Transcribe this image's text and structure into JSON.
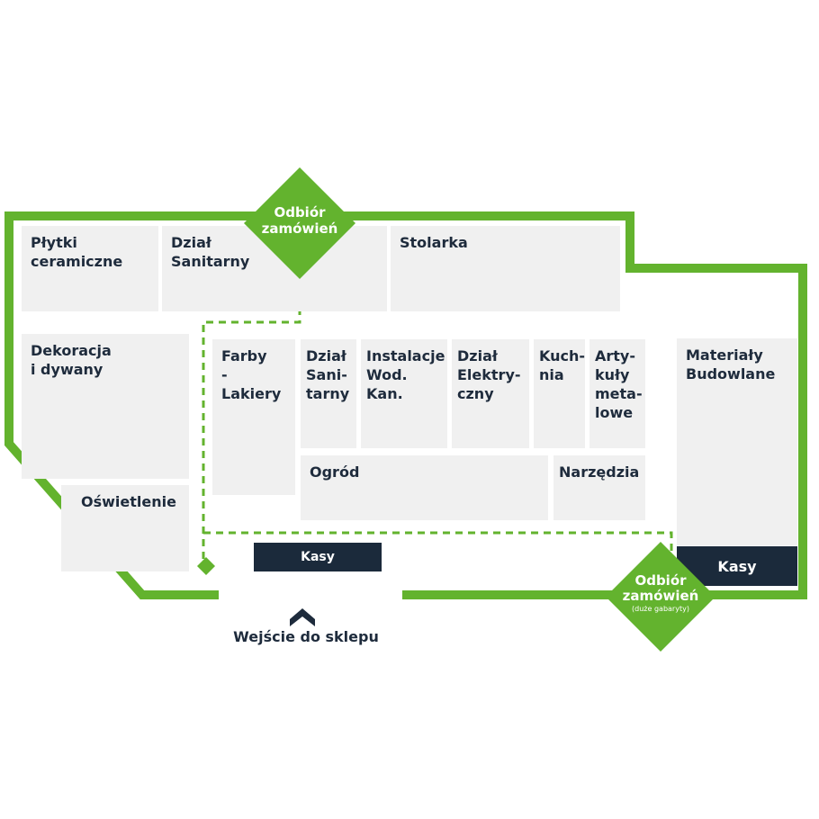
{
  "colors": {
    "wall": "#63b32e",
    "dept": "#f0f0f0",
    "text": "#1e2b3c",
    "checkout": "#1b2a3b"
  },
  "departments": {
    "plytki": [
      "Płytki",
      "ceramiczne"
    ],
    "sanitarny_top": [
      "Dział",
      "Sanitarny"
    ],
    "stolarka": [
      "Stolarka"
    ],
    "dekoracja": [
      "Dekoracja",
      "i dywany"
    ],
    "oswietlenie": [
      "Oświetlenie"
    ],
    "farby": [
      "Farby",
      "-Lakiery"
    ],
    "sanitarny_mid": [
      "Dział",
      "Sani-",
      "tarny"
    ],
    "instalacje": [
      "Instalacje",
      "Wod. Kan."
    ],
    "elektryczny": [
      "Dział",
      "Elektry-",
      "czny"
    ],
    "kuchnia": [
      "Kuch-",
      "nia"
    ],
    "artykuly": [
      "Arty-",
      "kuły",
      "meta-",
      "lowe"
    ],
    "materialy": [
      "Materiały",
      "Budowlane"
    ],
    "ogrod": [
      "Ogród"
    ],
    "narzedzia": [
      "Narzędzia"
    ]
  },
  "checkouts": {
    "small": "Kasy",
    "large": "Kasy"
  },
  "pickup_top": [
    "Odbiór",
    "zamówień"
  ],
  "pickup_bottom": [
    "Odbiór",
    "zamówień",
    "(duże gabaryty)"
  ],
  "entrance": {
    "label": "Wejście do sklepu",
    "icon": "entrance-arrow-icon"
  }
}
